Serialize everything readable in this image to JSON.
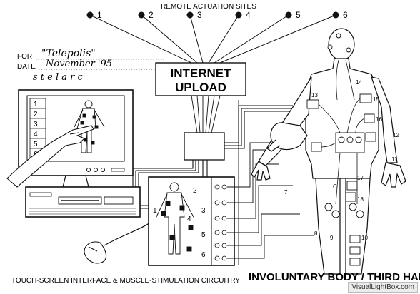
{
  "header": {
    "title": "REMOTE ACTUATION SITES"
  },
  "sites": [
    "1",
    "2",
    "3",
    "4",
    "5",
    "6"
  ],
  "form": {
    "for_label": "FOR",
    "for_value": "\"Telepolis\"",
    "date_label": "DATE",
    "date_value": "November '95",
    "signature": "s t e l a r c"
  },
  "upload_box": {
    "line1": "INTERNET",
    "line2": "UPLOAD"
  },
  "monitor": {
    "rows": [
      "1",
      "2",
      "3",
      "4",
      "5",
      "6"
    ]
  },
  "stim_panel": {
    "labels": [
      "1",
      "2",
      "3",
      "4",
      "5",
      "6"
    ]
  },
  "body_labels": [
    "13",
    "14",
    "15",
    "16",
    "17",
    "18",
    "12",
    "11",
    "7",
    "8",
    "9",
    "10",
    "C"
  ],
  "captions": {
    "left": "TOUCH-SCREEN INTERFACE & MUSCLE-STIMULATION CIRCUITRY",
    "right": "INVOLUNTARY BODY / THIRD HAND"
  },
  "watermark": "VisualLightBox.com"
}
